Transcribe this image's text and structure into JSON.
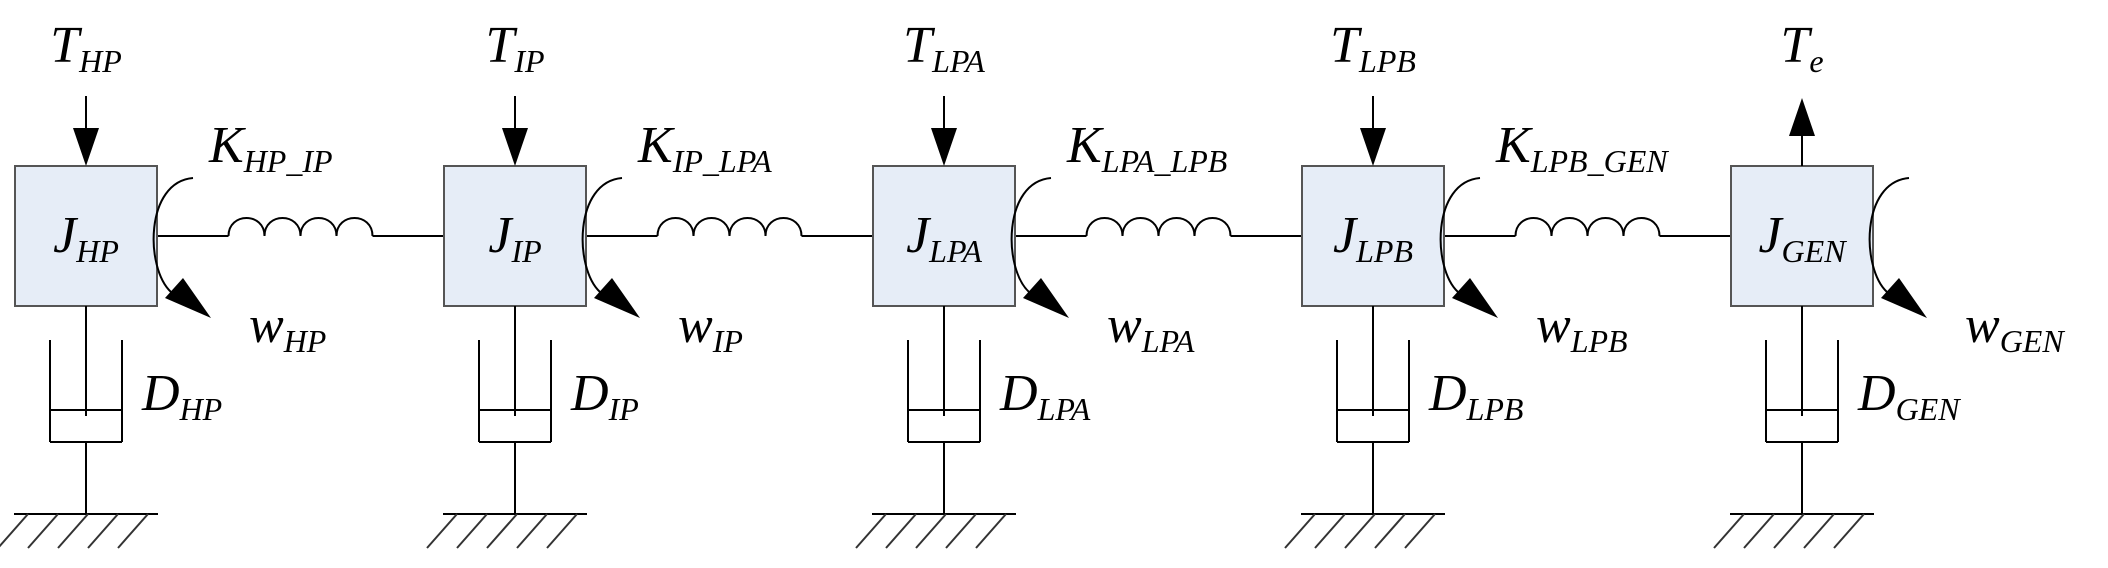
{
  "masses": [
    {
      "id": "hp",
      "torque": {
        "main": "T",
        "sub": "HP",
        "direction": "in"
      },
      "inertia": {
        "main": "J",
        "sub": "HP"
      },
      "damper": {
        "main": "D",
        "sub": "HP"
      },
      "speed": {
        "main": "w",
        "sub": "HP"
      }
    },
    {
      "id": "ip",
      "torque": {
        "main": "T",
        "sub": "IP",
        "direction": "in"
      },
      "inertia": {
        "main": "J",
        "sub": "IP"
      },
      "damper": {
        "main": "D",
        "sub": "IP"
      },
      "speed": {
        "main": "w",
        "sub": "IP"
      }
    },
    {
      "id": "lpa",
      "torque": {
        "main": "T",
        "sub": "LPA",
        "direction": "in"
      },
      "inertia": {
        "main": "J",
        "sub": "LPA"
      },
      "damper": {
        "main": "D",
        "sub": "LPA"
      },
      "speed": {
        "main": "w",
        "sub": "LPA"
      }
    },
    {
      "id": "lpb",
      "torque": {
        "main": "T",
        "sub": "LPB",
        "direction": "in"
      },
      "inertia": {
        "main": "J",
        "sub": "LPB"
      },
      "damper": {
        "main": "D",
        "sub": "LPB"
      },
      "speed": {
        "main": "w",
        "sub": "LPB"
      }
    },
    {
      "id": "gen",
      "torque": {
        "main": "T",
        "sub": "e",
        "direction": "out"
      },
      "inertia": {
        "main": "J",
        "sub": "GEN"
      },
      "damper": {
        "main": "D",
        "sub": "GEN"
      },
      "speed": {
        "main": "w",
        "sub": "GEN"
      }
    }
  ],
  "springs": [
    {
      "main": "K",
      "sub": "HP_IP"
    },
    {
      "main": "K",
      "sub": "IP_LPA"
    },
    {
      "main": "K",
      "sub": "LPA_LPB"
    },
    {
      "main": "K",
      "sub": "LPB_GEN"
    }
  ]
}
